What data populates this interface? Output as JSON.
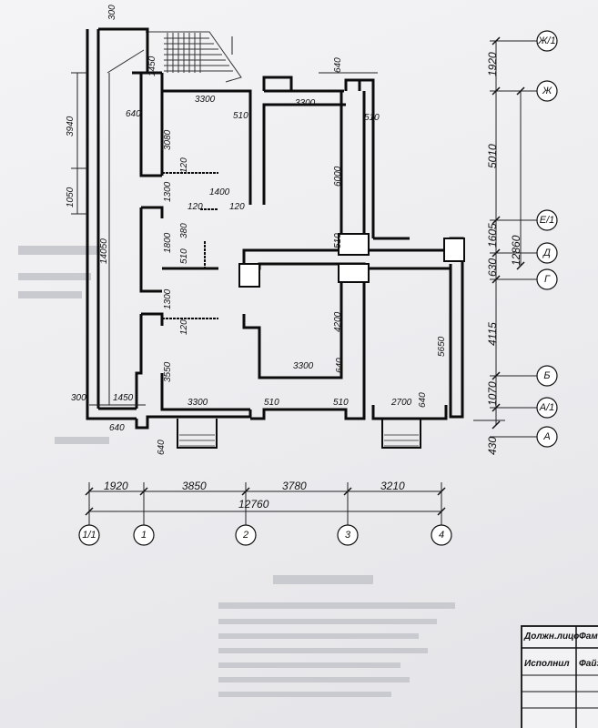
{
  "dims": {
    "top_300": "300",
    "top_1450": "1450",
    "top_640": "640",
    "left_3940": "3940",
    "left_1050": "1050",
    "left_14050": "14050",
    "left_300": "300",
    "left_1450": "1450",
    "left_640_a": "640",
    "left_640_b": "640",
    "left_640_c": "640",
    "room_3300_a": "3300",
    "room_510_a": "510",
    "room_3300_b": "3300",
    "room_510_b": "510",
    "room_3080": "3080",
    "room_120_a": "120",
    "room_1300_a": "1300",
    "room_1400": "1400",
    "room_120_b": "120",
    "room_120_c": "120",
    "room_1800": "1800",
    "room_380": "380",
    "room_510_c": "510",
    "room_1300_b": "1300",
    "room_120_d": "120",
    "room_3550": "3550",
    "room_6000": "6000",
    "room_510_d": "510",
    "room_4200": "4200",
    "room_3300_c": "3300",
    "room_640_d": "640",
    "room_5650": "5650",
    "bot_3300": "3300",
    "bot_510_a": "510",
    "bot_510_b": "510",
    "bot_2700": "2700",
    "bot_640": "640",
    "right_1920": "1920",
    "right_5010": "5010",
    "right_1605": "1605",
    "right_630": "630",
    "right_4115": "4115",
    "right_1070": "1070",
    "right_430": "430",
    "right_12860": "12860",
    "h_1920": "1920",
    "h_3850": "3850",
    "h_3780": "3780",
    "h_3210": "3210",
    "h_12760": "12760"
  },
  "axes_right": [
    "Ж/1",
    "Ж",
    "Е/1",
    "Д",
    "Г",
    "Б",
    "А/1",
    "А"
  ],
  "axes_bottom": [
    "1/1",
    "1",
    "2",
    "3",
    "4"
  ],
  "title_block": {
    "r1c1": "Должн.лицо",
    "r1c2": "Фам",
    "r2c1": "Исполнил",
    "r2c2": "Файз"
  }
}
